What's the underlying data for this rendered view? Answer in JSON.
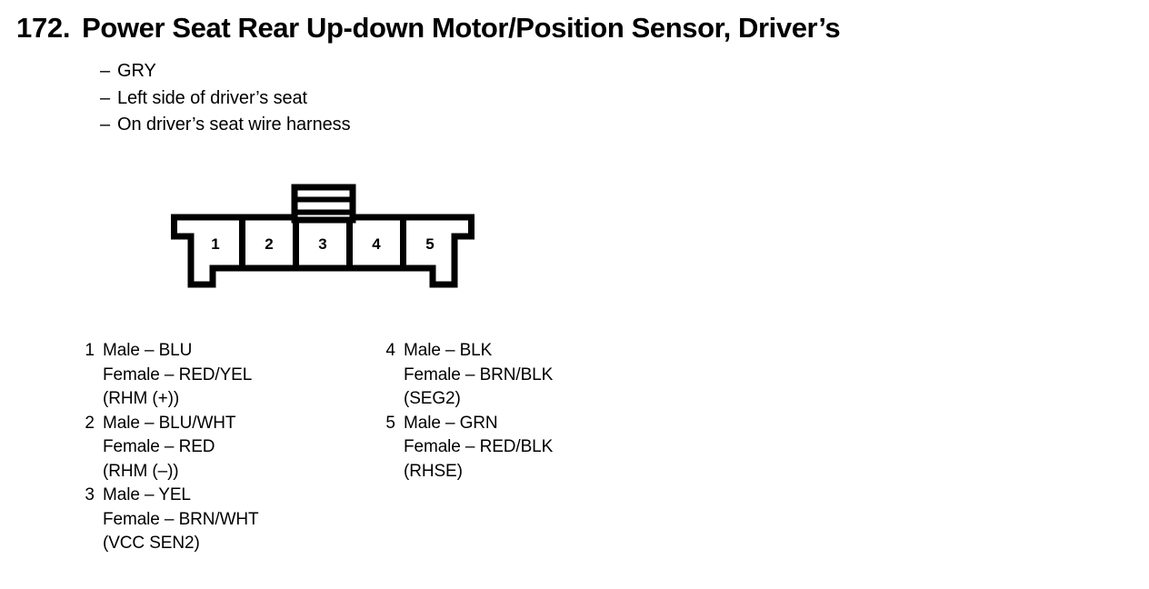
{
  "title": {
    "number": "172.",
    "text": "Power Seat Rear Up-down Motor/Position Sensor, Driver’s"
  },
  "bullets": [
    {
      "dash": "–",
      "text": "GRY"
    },
    {
      "dash": "–",
      "text": "Left side of driver’s seat"
    },
    {
      "dash": "–",
      "text": "On driver’s seat wire harness"
    }
  ],
  "connector": {
    "name": "5-pin connector, front view",
    "pin_labels": [
      "1",
      "2",
      "3",
      "4",
      "5"
    ],
    "outline_color": "#000000",
    "fill_color": "#ffffff"
  },
  "pins_left": [
    {
      "index": "1",
      "male": "Male – BLU",
      "female": "Female – RED/YEL",
      "circuit": "(RHM (+))"
    },
    {
      "index": "2",
      "male": "Male – BLU/WHT",
      "female": "Female – RED",
      "circuit": "(RHM (–))"
    },
    {
      "index": "3",
      "male": "Male – YEL",
      "female": "Female – BRN/WHT",
      "circuit": "(VCC SEN2)"
    }
  ],
  "pins_right": [
    {
      "index": "4",
      "male": "Male – BLK",
      "female": "Female – BRN/BLK",
      "circuit": "(SEG2)"
    },
    {
      "index": "5",
      "male": "Male – GRN",
      "female": "Female – RED/BLK",
      "circuit": "(RHSE)"
    }
  ]
}
